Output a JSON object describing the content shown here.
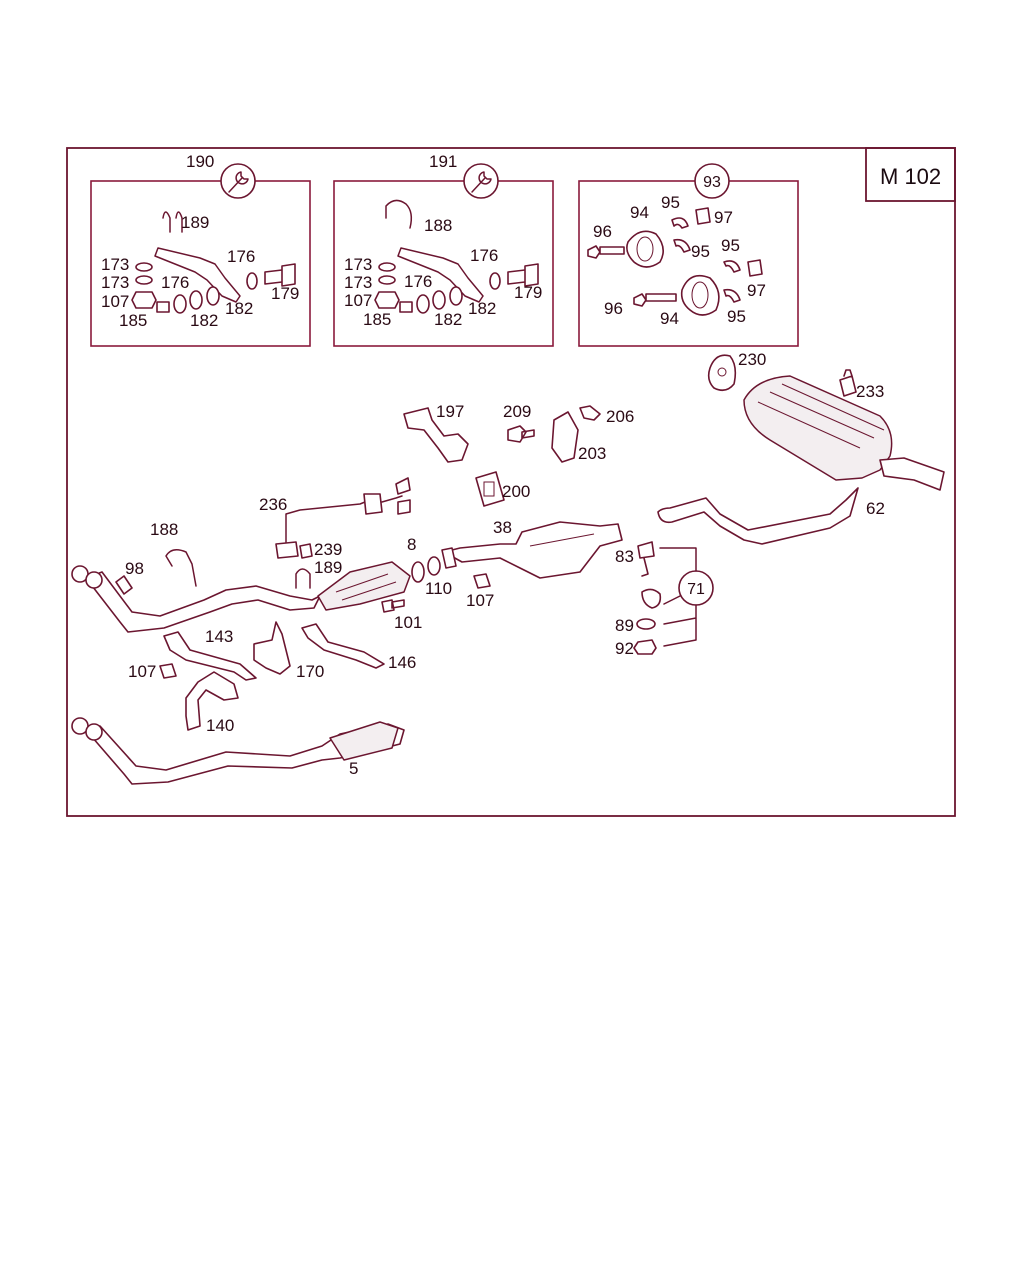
{
  "model_code": "M 102",
  "kits": [
    {
      "id": "190",
      "icon": "wrench-icon"
    },
    {
      "id": "191",
      "icon": "wrench-icon"
    },
    {
      "id": "93",
      "icon": "circle-callout"
    }
  ],
  "kit_190_labels": [
    "189",
    "176",
    "173",
    "173",
    "176",
    "179",
    "107",
    "185",
    "182",
    "182"
  ],
  "kit_191_labels": [
    "188",
    "176",
    "173",
    "173",
    "176",
    "179",
    "107",
    "185",
    "182",
    "182"
  ],
  "kit_93_labels": [
    "95",
    "94",
    "96",
    "97",
    "95",
    "95",
    "96",
    "94",
    "97",
    "95"
  ],
  "main_labels": [
    "230",
    "233",
    "197",
    "209",
    "206",
    "203",
    "200",
    "62",
    "236",
    "188",
    "98",
    "239",
    "189",
    "8",
    "38",
    "110",
    "107",
    "101",
    "83",
    "71",
    "89",
    "92",
    "143",
    "170",
    "146",
    "107",
    "140",
    "5"
  ],
  "group_71": "71"
}
